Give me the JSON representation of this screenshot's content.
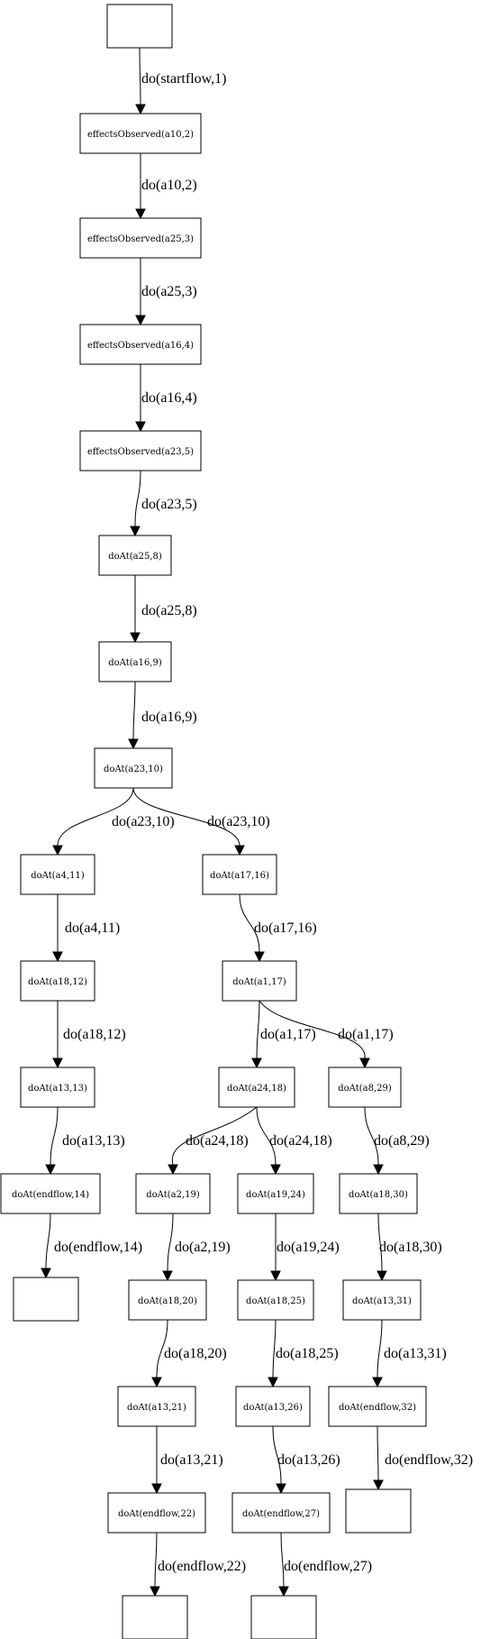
{
  "nodes": {
    "n0": "",
    "n1": "effectsObserved(a10,2)",
    "n2": "effectsObserved(a25,3)",
    "n3": "effectsObserved(a16,4)",
    "n4": "effectsObserved(a23,5)",
    "n5": "doAt(a25,8)",
    "n6": "doAt(a16,9)",
    "n7": "doAt(a23,10)",
    "n8": "doAt(a4,11)",
    "n9": "doAt(a17,16)",
    "n10": "doAt(a18,12)",
    "n11": "doAt(a1,17)",
    "n12": "doAt(a13,13)",
    "n13": "doAt(a24,18)",
    "n14": "doAt(a8,29)",
    "n15": "doAt(endflow,14)",
    "n16": "doAt(a2,19)",
    "n17": "doAt(a19,24)",
    "n18": "doAt(a18,30)",
    "n19": "",
    "n20": "doAt(a18,20)",
    "n21": "doAt(a18,25)",
    "n22": "doAt(a13,31)",
    "n23": "doAt(a13,21)",
    "n24": "doAt(a13,26)",
    "n25": "doAt(endflow,32)",
    "n26": "doAt(endflow,22)",
    "n27": "doAt(endflow,27)",
    "n28": "",
    "n29": "",
    "n30": ""
  },
  "edges": {
    "e0": "do(startflow,1)",
    "e1": "do(a10,2)",
    "e2": "do(a25,3)",
    "e3": "do(a16,4)",
    "e4": "do(a23,5)",
    "e5": "do(a25,8)",
    "e6": "do(a16,9)",
    "e7": "do(a23,10)",
    "e8": "do(a23,10)",
    "e9": "do(a4,11)",
    "e10": "do(a17,16)",
    "e11": "do(a18,12)",
    "e12": "do(a1,17)",
    "e13": "do(a1,17)",
    "e14": "do(a13,13)",
    "e15": "do(a24,18)",
    "e16": "do(a24,18)",
    "e17": "do(a8,29)",
    "e18": "do(endflow,14)",
    "e19": "do(a2,19)",
    "e20": "do(a19,24)",
    "e21": "do(a18,30)",
    "e22": "do(a18,20)",
    "e23": "do(a18,25)",
    "e24": "do(a13,31)",
    "e25": "do(a13,21)",
    "e26": "do(a13,26)",
    "e27": "do(endflow,32)",
    "e28": "do(endflow,22)",
    "e29": "do(endflow,27)"
  }
}
